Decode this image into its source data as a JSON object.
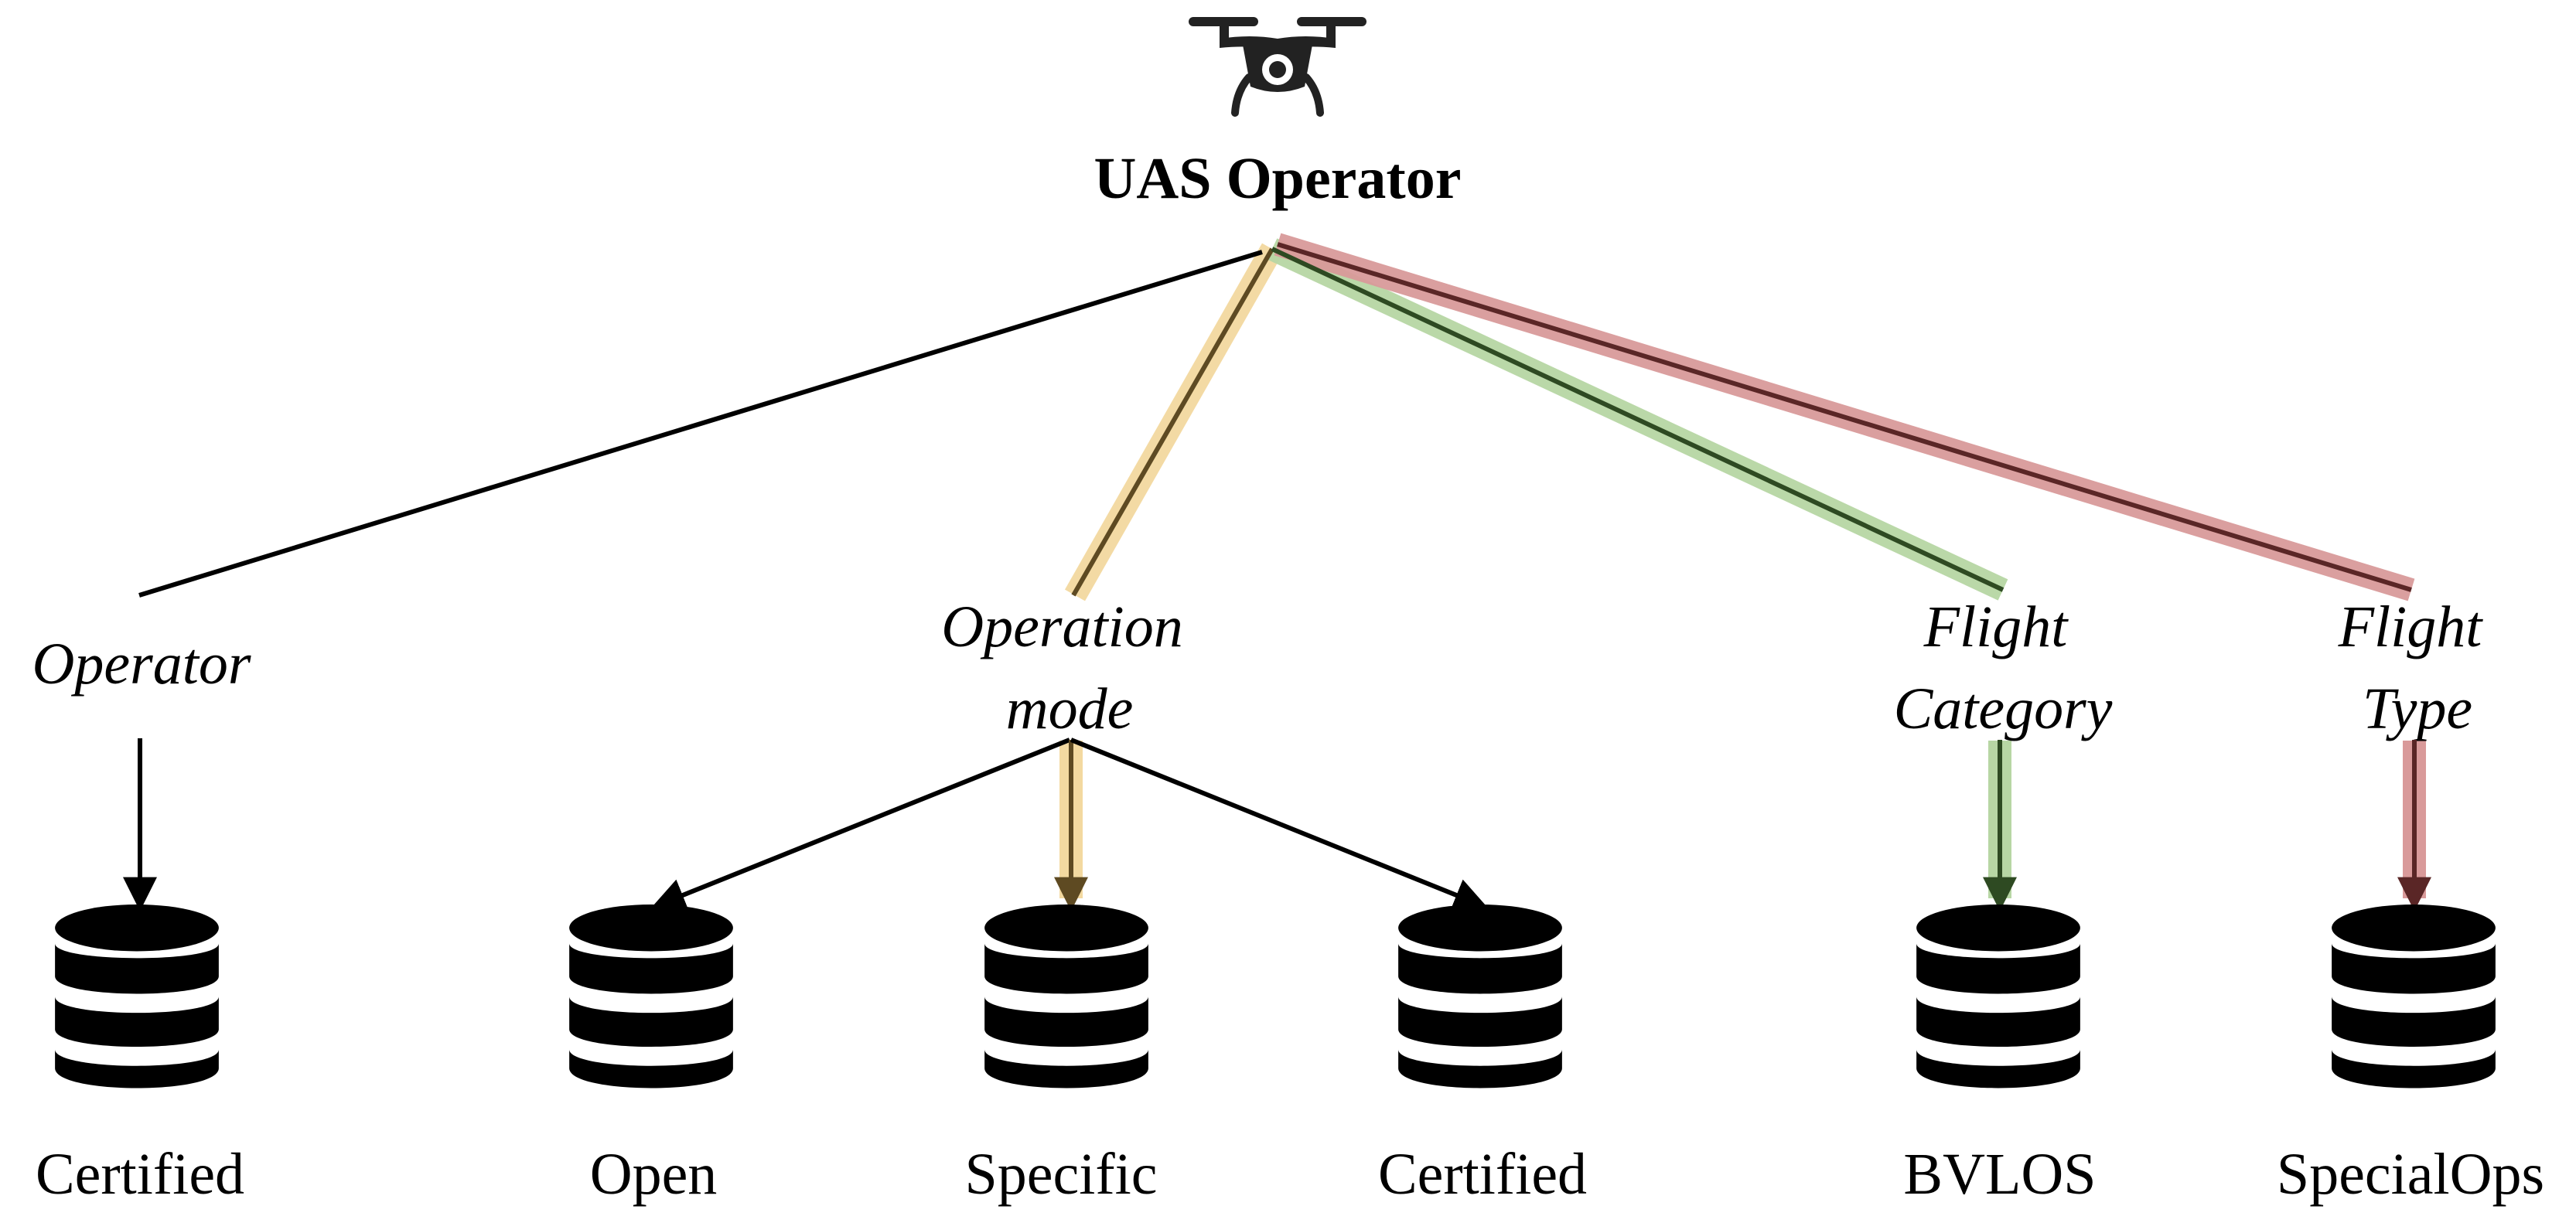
{
  "root": {
    "label": "UAS Operator",
    "icon": "drone-icon"
  },
  "attributes": [
    {
      "id": "operator",
      "lines": [
        "Operator"
      ]
    },
    {
      "id": "operation-mode",
      "lines": [
        "Operation",
        "mode"
      ]
    },
    {
      "id": "flight-category",
      "lines": [
        "Flight",
        "Category"
      ]
    },
    {
      "id": "flight-type",
      "lines": [
        "Flight",
        "Type"
      ]
    }
  ],
  "values": [
    {
      "id": "operator-certified",
      "label": "Certified",
      "icon": "database-icon"
    },
    {
      "id": "open",
      "label": "Open",
      "icon": "database-icon"
    },
    {
      "id": "specific",
      "label": "Specific",
      "icon": "database-icon"
    },
    {
      "id": "mode-certified",
      "label": "Certified",
      "icon": "database-icon"
    },
    {
      "id": "bvlos",
      "label": "BVLOS",
      "icon": "database-icon"
    },
    {
      "id": "specialops",
      "label": "SpecialOps",
      "icon": "database-icon"
    }
  ],
  "highlight_colors": {
    "operation-mode": "#f3d9a0",
    "flight-category": "#b7d6a4",
    "flight-type": "#d99a9a"
  },
  "line_color": "#000000",
  "icon_color": "#000000"
}
